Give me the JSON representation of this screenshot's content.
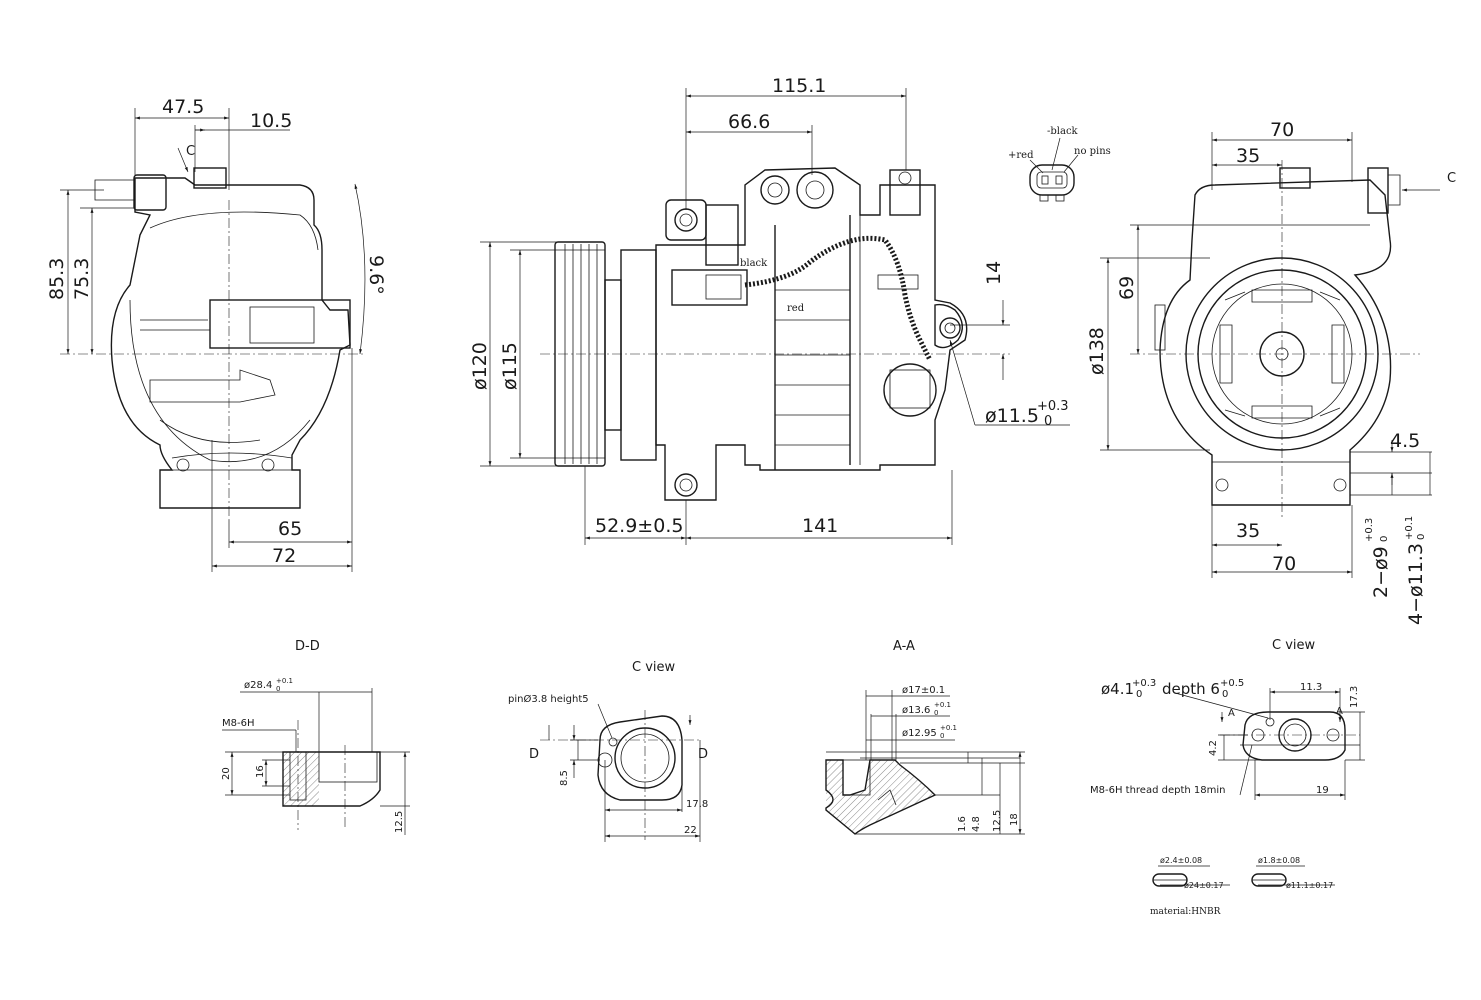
{
  "views": {
    "left": {
      "dims": {
        "d_47_5": "47.5",
        "d_10_5": "10.5",
        "c_arrow": "C",
        "d_85_3": "85.3",
        "d_75_3": "75.3",
        "d_9_6": "9.6°",
        "d_65": "65",
        "d_72": "72"
      }
    },
    "center": {
      "dims": {
        "d_115_1": "115.1",
        "d_66_6": "66.6",
        "d_14": "14",
        "d_120": "ø120",
        "d_115": "ø115",
        "d_11_5": "ø11.5",
        "d_11_5_tol_up": "+0.3",
        "d_11_5_tol_lo": "0",
        "d_52_9": "52.9±0.5",
        "d_141": "141"
      },
      "wire_labels": {
        "black": "black",
        "red": "red"
      }
    },
    "connector": {
      "red": "+red",
      "black": "-black",
      "no_pins": "no pins"
    },
    "right": {
      "dims": {
        "d_70_top": "70",
        "d_35_top": "35",
        "c_arrow": "C",
        "d_69": "69",
        "d_138": "ø138",
        "d_4_5": "4.5",
        "d_35_bot": "35",
        "d_70_bot": "70",
        "d_2_9": "2−ø9",
        "d_2_9_tol_up": "+0.3",
        "d_2_9_tol_lo": "0",
        "d_4_11_3": "4−ø11.3",
        "d_4_11_3_tol_up": "+0.1",
        "d_4_11_3_tol_lo": "0"
      }
    }
  },
  "details": {
    "dd": {
      "title": "D-D",
      "d_28_4": "ø28.4",
      "d_28_4_tol_up": "+0.1",
      "d_28_4_tol_lo": "0",
      "m8": "M8-6H",
      "d_20": "20",
      "d_16": "16",
      "d_12_5": "12.5"
    },
    "cview1": {
      "title": "C view",
      "pin": "pinØ3.8 height5",
      "d_left": "D",
      "d_right": "D",
      "d_8_5": "8.5",
      "d_17_8": "17.8",
      "d_22": "22"
    },
    "aa": {
      "title": "A-A",
      "d_17": "ø17±0.1",
      "d_13_6": "ø13.6",
      "d_13_6_tol_up": "+0.1",
      "d_13_6_tol_lo": "0",
      "d_12_95": "ø12.95",
      "d_12_95_tol_up": "+0.1",
      "d_12_95_tol_lo": "0",
      "d_1_6": "1.6",
      "d_4_8": "4.8",
      "d_12_5": "12.5",
      "d_18": "18"
    },
    "cview2": {
      "title": "C view",
      "hole": "ø4.1",
      "hole_tol_up": "+0.3",
      "hole_tol_lo": "0",
      "depth": "depth 6",
      "depth_tol_up": "+0.5",
      "depth_tol_lo": "0",
      "d_11_3": "11.3",
      "d_17_3": "17.3",
      "d_4_2": "4.2",
      "a_left": "A",
      "a_right": "A",
      "m8": "M8-6H thread depth 18min",
      "d_19": "19"
    },
    "orings": {
      "r1_section": "ø2.4±0.08",
      "r1_id": "ø24±0.17",
      "r2_section": "ø1.8±0.08",
      "r2_id": "ø11.1±0.17",
      "material": "material:HNBR"
    }
  }
}
